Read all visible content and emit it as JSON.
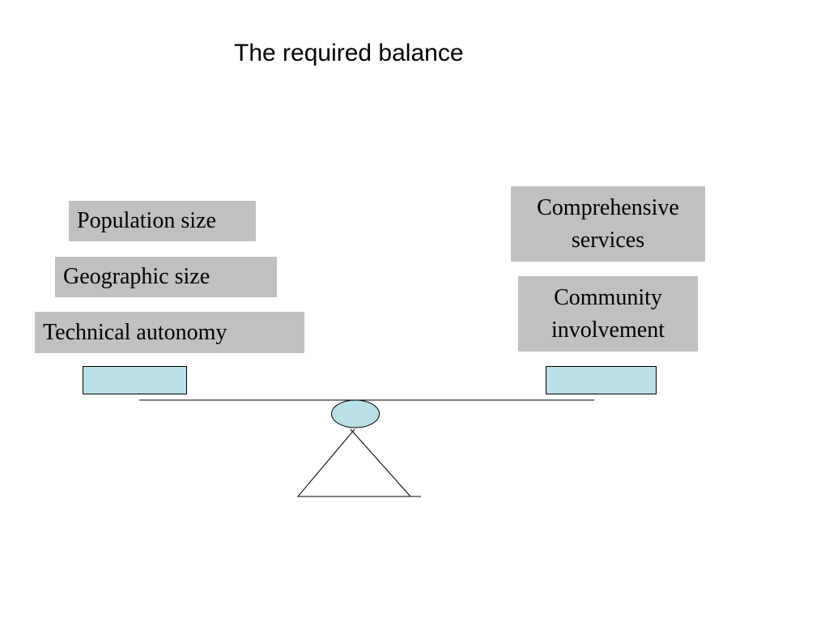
{
  "title": "The required balance",
  "left_side": {
    "items": [
      "Population size",
      "Geographic size",
      "Technical autonomy"
    ]
  },
  "right_side": {
    "items": [
      {
        "line1": "Comprehensive",
        "line2": "services"
      },
      {
        "line1": "Community",
        "line2": "involvement"
      }
    ]
  },
  "colors": {
    "box_fill": "#c0c0c0",
    "pan_fill": "#b9e0e4",
    "line": "#000000"
  }
}
